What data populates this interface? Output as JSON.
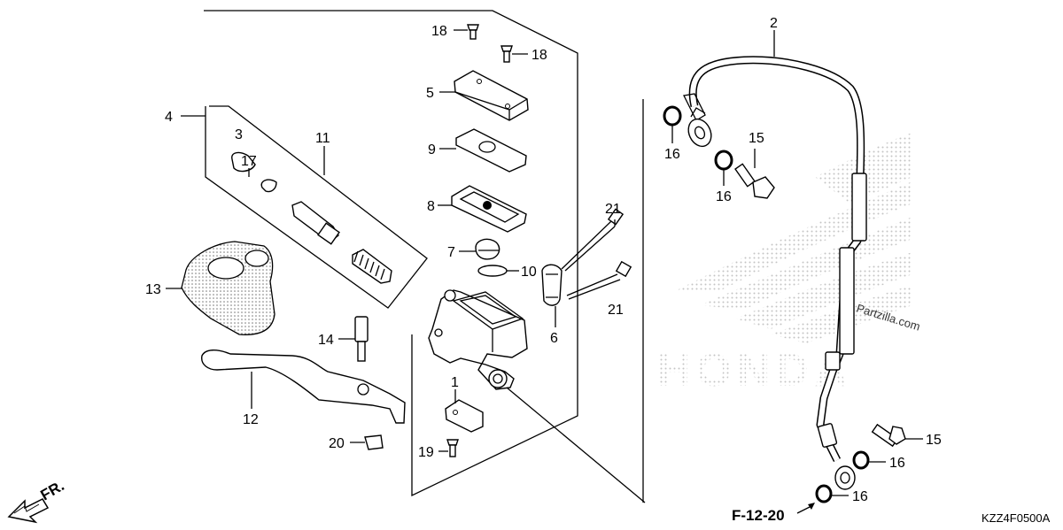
{
  "callouts": {
    "c1": "1",
    "c2": "2",
    "c3": "3",
    "c4": "4",
    "c5": "5",
    "c6": "6",
    "c7": "7",
    "c8": "8",
    "c9": "9",
    "c10": "10",
    "c11": "11",
    "c12": "12",
    "c13": "13",
    "c14": "14",
    "c15a": "15",
    "c15b": "15",
    "c16a": "16",
    "c16b": "16",
    "c16c": "16",
    "c16d": "16",
    "c17": "17",
    "c18a": "18",
    "c18b": "18",
    "c19": "19",
    "c20": "20",
    "c21a": "21",
    "c21b": "21"
  },
  "reference": "F-12-20",
  "front_marker": "FR.",
  "diagram_code": "KZZ4F0500A",
  "watermark": "Partzilla.com",
  "brand_logo_text": "HONDA",
  "colors": {
    "line": "#000000",
    "background": "#ffffff",
    "watermark": "#bfbfbf"
  }
}
